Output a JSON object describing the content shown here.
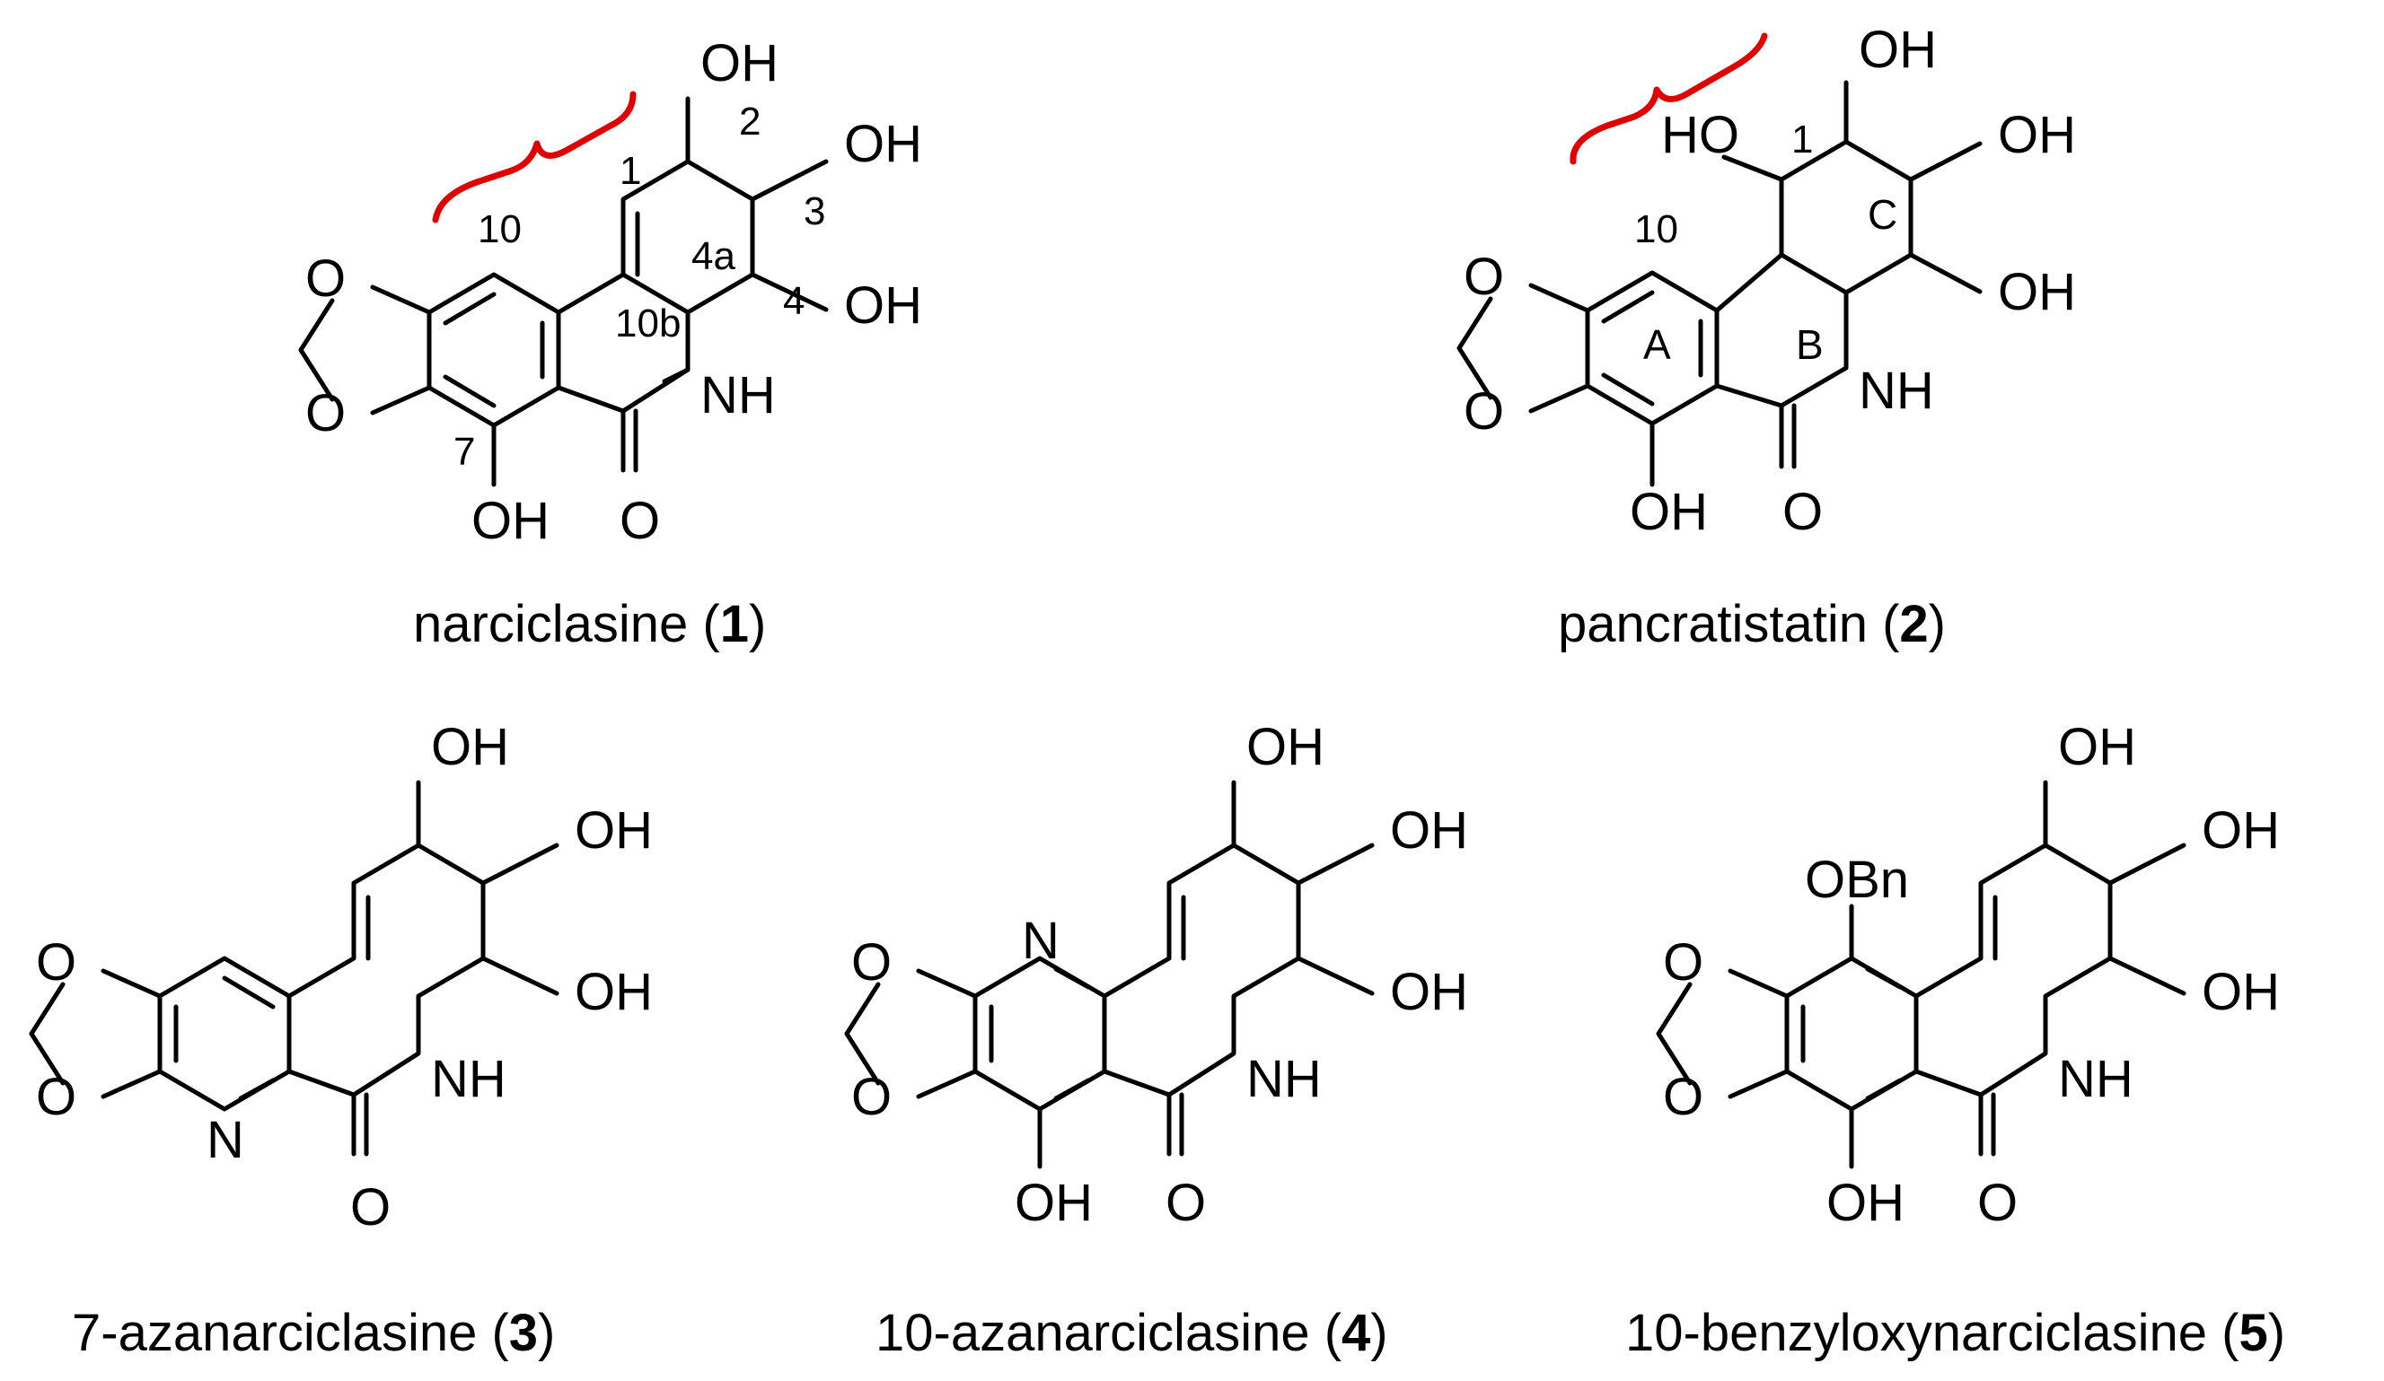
{
  "compounds": [
    {
      "name": "narciclasine (",
      "number": "1",
      "close": ")"
    },
    {
      "name": "pancratistatin (",
      "number": "2",
      "close": ")"
    },
    {
      "name": "7-azanarciclasine (",
      "number": "3",
      "close": ")"
    },
    {
      "name": "10-azanarciclasine (",
      "number": "4",
      "close": ")"
    },
    {
      "name": "10-benzyloxynarciclasine (",
      "number": "5",
      "close": ")"
    }
  ],
  "atoms": {
    "O": "O",
    "OH": "OH",
    "HO": "HO",
    "NH": "NH",
    "N": "N",
    "OBn": "OBn"
  },
  "positions": {
    "p1": "1",
    "p2": "2",
    "p3": "3",
    "p4": "4",
    "p4a": "4a",
    "p7": "7",
    "p10": "10",
    "p10b": "10b"
  },
  "rings": {
    "A": "A",
    "B": "B",
    "C": "C"
  },
  "colors": {
    "highlight": "#e00000",
    "ink": "#000000"
  }
}
